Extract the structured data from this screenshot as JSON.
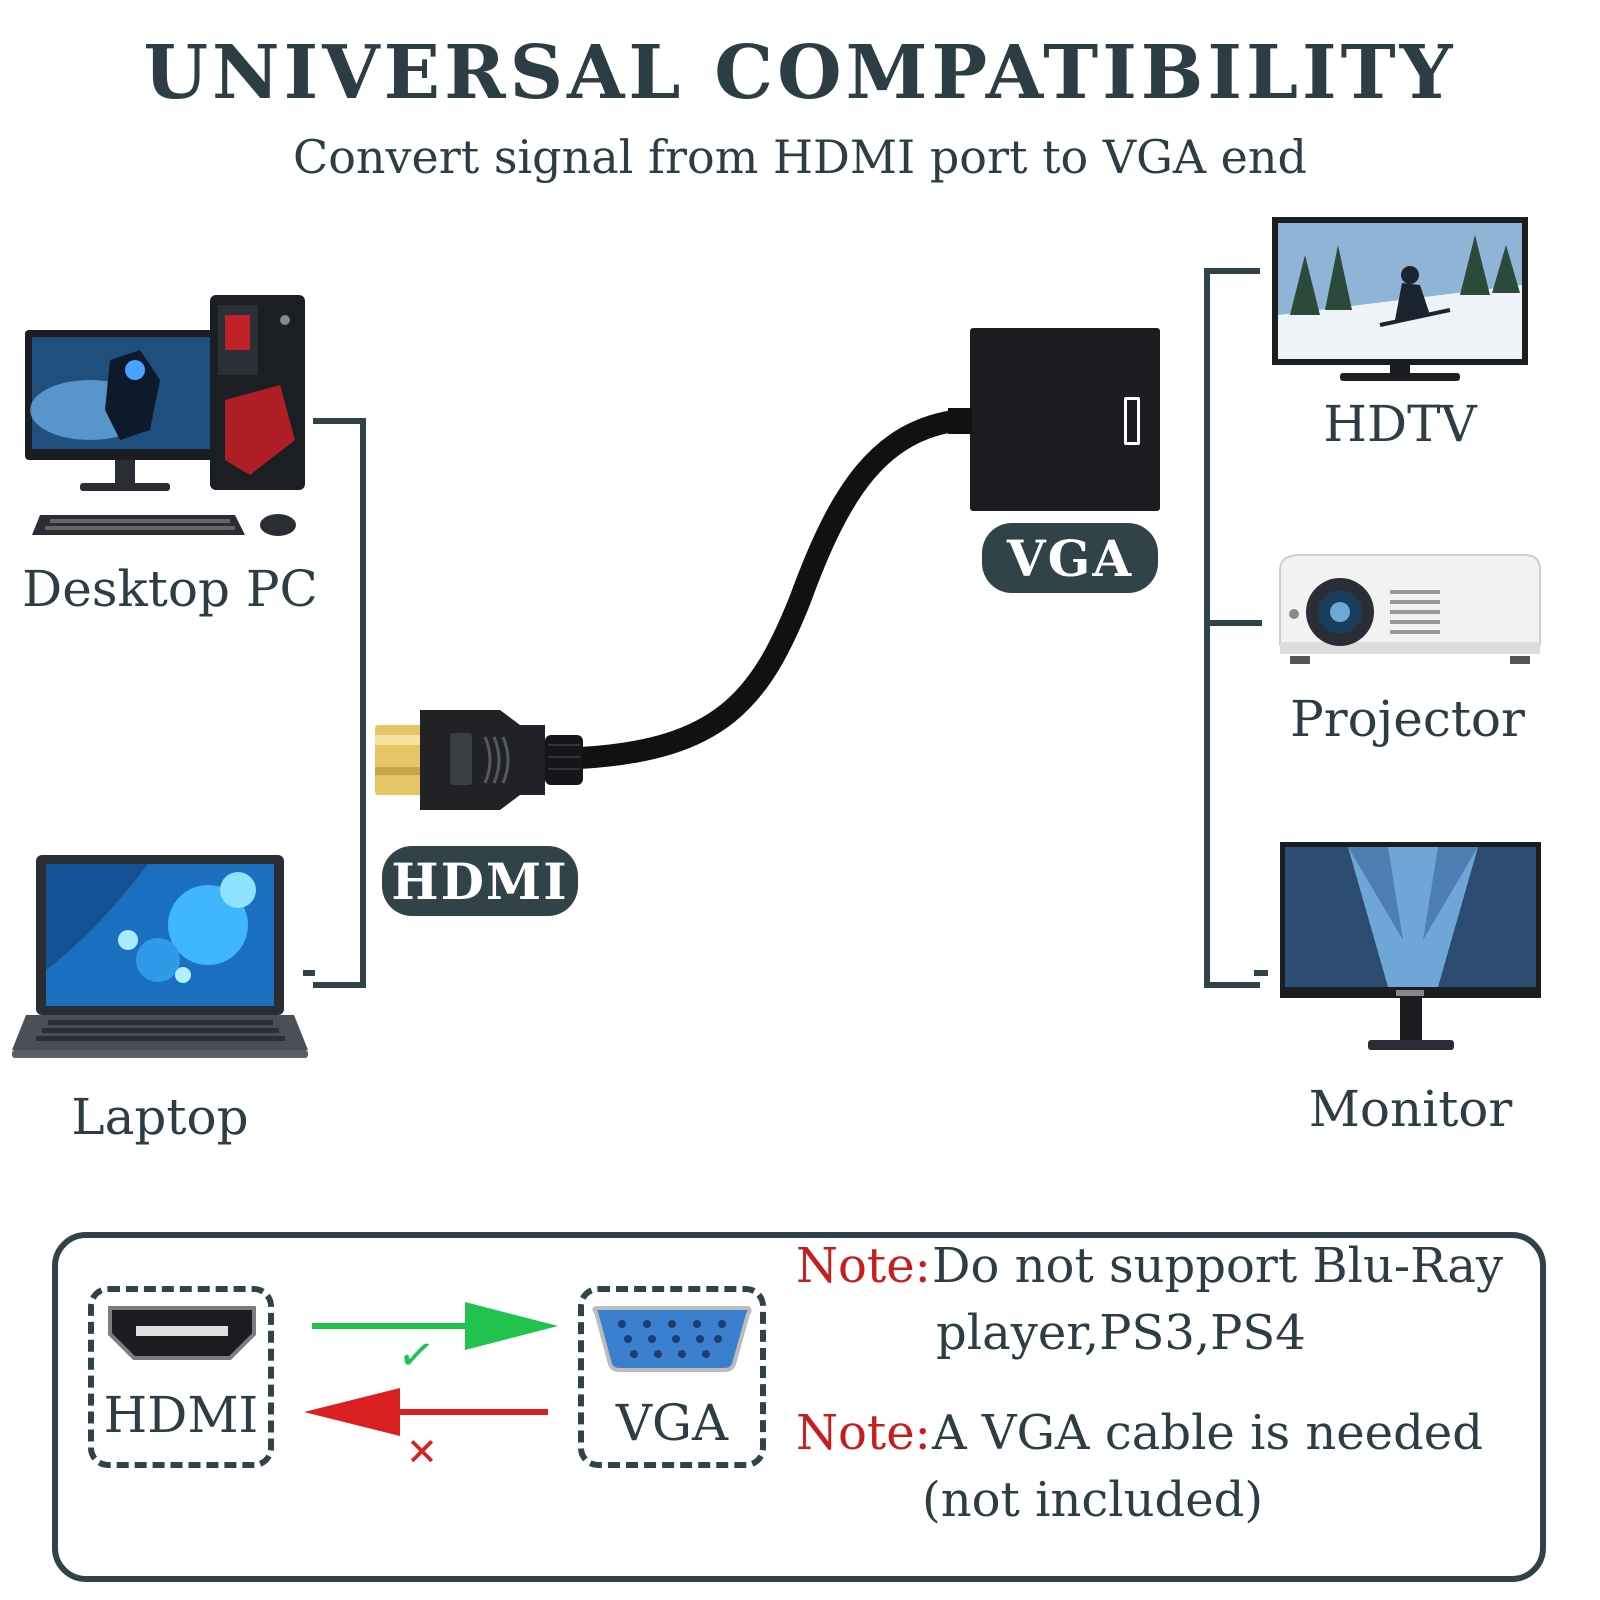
{
  "header": {
    "title": "UNIVERSAL COMPATIBILITY",
    "subtitle": "Convert signal from HDMI port to VGA end"
  },
  "sources": {
    "desktop_label": "Desktop PC",
    "laptop_label": "Laptop"
  },
  "adapter": {
    "hdmi_label": "HDMI",
    "vga_label": "VGA"
  },
  "displays": {
    "hdtv_label": "HDTV",
    "projector_label": "Projector",
    "monitor_label": "Monitor"
  },
  "legend": {
    "hdmi_label": "HDMI",
    "vga_label": "VGA",
    "check_mark": "✓",
    "cross_mark": "✕"
  },
  "notes": {
    "note1_prefix": "Note:",
    "note1_line1": "Do not support Blu-Ray",
    "note1_line2": "player,PS3,PS4",
    "note2_prefix": "Note:",
    "note2_line1": "A VGA cable is needed",
    "note2_line2": "(not included)"
  },
  "colors": {
    "accent_dark": "#2f4348",
    "note_red": "#c81d1d",
    "arrow_green": "#22c24e",
    "arrow_red": "#d91f1f",
    "vga_blue": "#3a7fd0"
  }
}
